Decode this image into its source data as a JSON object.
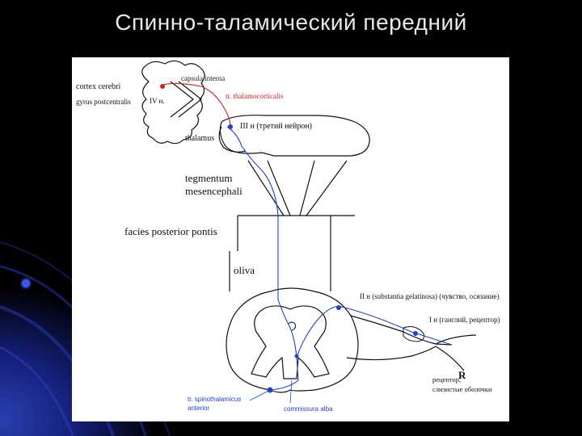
{
  "slide": {
    "title": "Спинно-таламический передний"
  },
  "diagram": {
    "labels": {
      "capsula_interna": "capsula interna",
      "cortex_cerebri": "cortex cerebri",
      "gyrus_postcentralis": "gyrus postcentralis",
      "neuron_iv": "IV н.",
      "tr_thalamocorticalis": "tr. thalamocorticalis",
      "neuron_iii": "III н (третий нейрон)",
      "thalamus": "thalamus",
      "tegmentum": "tegmentum",
      "mesencephali": "mesencephali",
      "facies_posterior_pontis": "facies posterior pontis",
      "oliva": "oliva",
      "neuron_ii": "II н (substantia gelatinosa) (чувство, осязание)",
      "neuron_i": "I н (ганглий, рецептор)",
      "receptor_marker": "R",
      "receptor_desc_1": "рецептор,",
      "receptor_desc_2": "слизистые оболочки",
      "tract_name_1": "tr. spinothalamicus",
      "tract_name_2": "anterior",
      "commissura": "commissura alba"
    },
    "colors": {
      "pathway_blue": "#2040d0",
      "pathway_red": "#d02020",
      "outline": "#111111"
    }
  }
}
